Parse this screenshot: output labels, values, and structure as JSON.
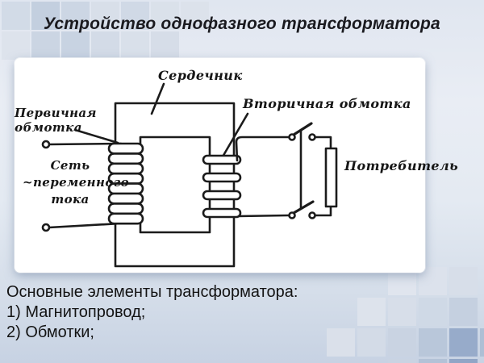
{
  "slide": {
    "title": "Устройство однофазного трансформатора",
    "footer": {
      "heading": "Основные элементы трансформатора:",
      "items": [
        "1) Магнитопровод;",
        "2) Обмотки;"
      ]
    }
  },
  "diagram": {
    "labels": {
      "core": "Сердечник",
      "primary_winding_line1": "Первичная",
      "primary_winding_line2": "обмотка",
      "mains_line1": "Сеть",
      "mains_line2": "~переменного",
      "mains_line3": "тока",
      "secondary_winding": "Вторичная обмотка",
      "load": "Потребитель"
    },
    "colors": {
      "ink": "#1b1b1b",
      "panel": "#ffffff"
    }
  }
}
